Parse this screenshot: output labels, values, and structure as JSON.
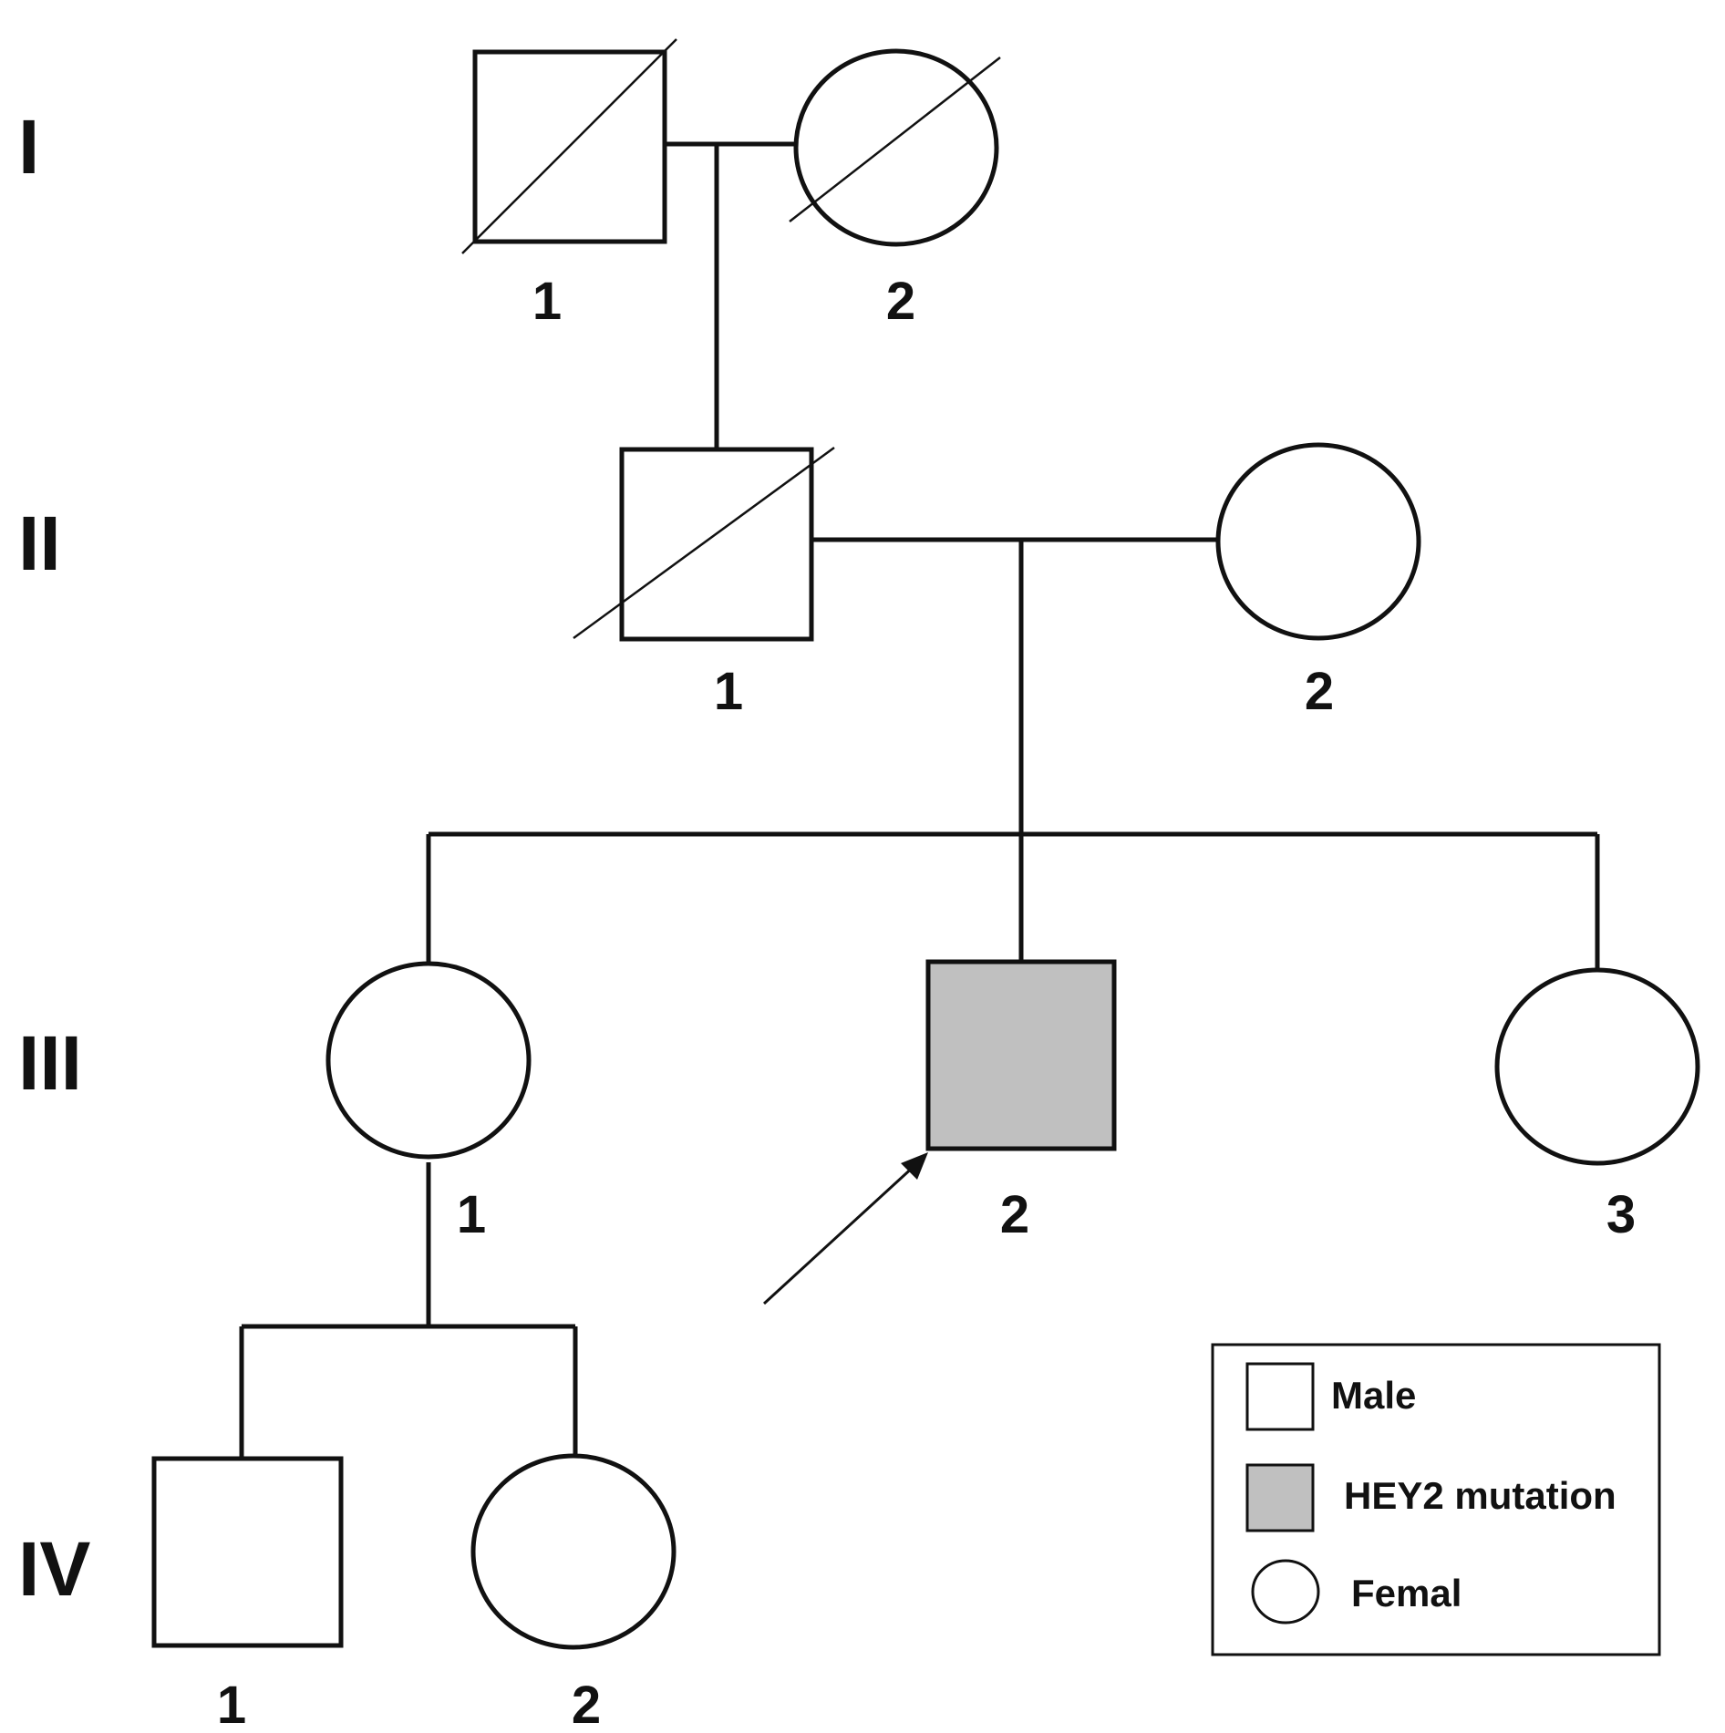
{
  "generations": [
    "I",
    "II",
    "III",
    "IV"
  ],
  "individuals": {
    "I-1": {
      "label": "1",
      "sex": "male",
      "deceased": true,
      "affected": false
    },
    "I-2": {
      "label": "2",
      "sex": "female",
      "deceased": true,
      "affected": false
    },
    "II-1": {
      "label": "1",
      "sex": "male",
      "deceased": true,
      "affected": false
    },
    "II-2": {
      "label": "2",
      "sex": "female",
      "deceased": false,
      "affected": false
    },
    "III-1": {
      "label": "1",
      "sex": "female",
      "deceased": false,
      "affected": false
    },
    "III-2": {
      "label": "2",
      "sex": "male",
      "deceased": false,
      "affected": true,
      "proband": true
    },
    "III-3": {
      "label": "3",
      "sex": "female",
      "deceased": false,
      "affected": false
    },
    "IV-1": {
      "label": "1",
      "sex": "male",
      "deceased": false,
      "affected": false
    },
    "IV-2": {
      "label": "2",
      "sex": "female",
      "deceased": false,
      "affected": false
    }
  },
  "legend": {
    "male": "Male",
    "mutation": "HEY2  mutation",
    "female": "Femal"
  },
  "colors": {
    "affected_fill": "#c0c0c0",
    "stroke": "#111111",
    "background": "#ffffff"
  }
}
